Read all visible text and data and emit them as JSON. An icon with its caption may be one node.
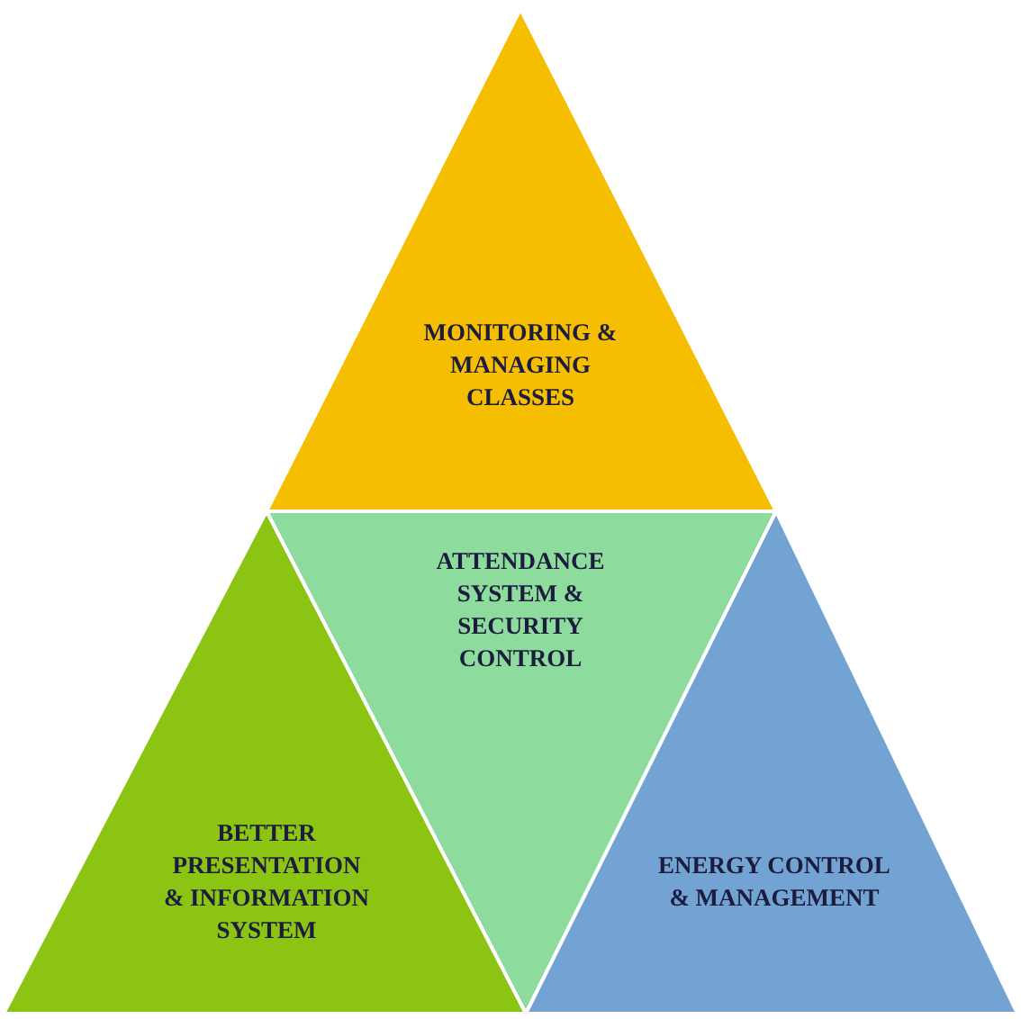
{
  "diagram": {
    "nodes": [
      {
        "text": [
          "MONITORING & MANAGING CLASSES"
        ]
      },
      {
        "text": [
          "ATTENDANCE SYSTEM & SECURITY CONTROL"
        ]
      },
      {
        "text": [
          "BETTER PRESENTATION & INFORMATION SYSTEM"
        ]
      },
      {
        "text": [
          "ENERGY CONTROL & MANAGEMENT"
        ]
      }
    ]
  }
}
